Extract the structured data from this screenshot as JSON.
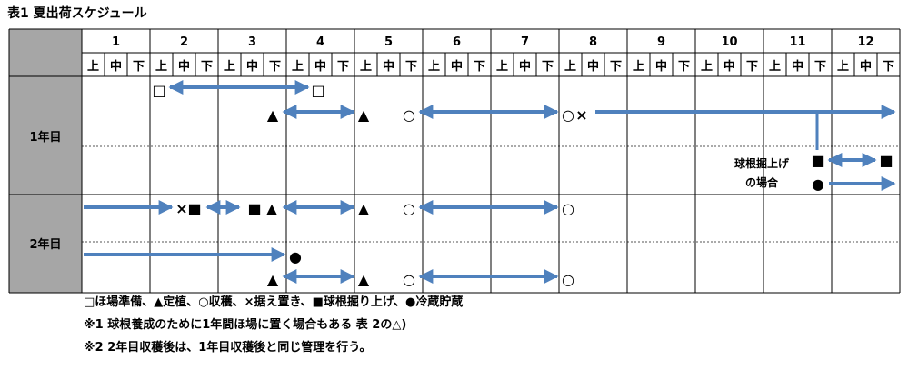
{
  "title": "表1 夏出荷スケジュール",
  "months": [
    "1",
    "2",
    "3",
    "4",
    "5",
    "6",
    "7",
    "8",
    "9",
    "10",
    "11",
    "12"
  ],
  "periods": [
    "上",
    "中",
    "下"
  ],
  "rows": [
    {
      "label": "1年目"
    },
    {
      "label": "2年目"
    }
  ],
  "marker_labels": {
    "square": "□",
    "triangle": "▲",
    "circle": "○",
    "cross": "×",
    "black_square": "■",
    "black_circle": "●"
  },
  "annotation": {
    "line1": "球根掘上げ",
    "line2": "の場合"
  },
  "notes": [
    "□ほ場準備、▲定植、○収穫、×据え置き、■球根掘り上げ、●冷蔵貯蔵",
    "※1 球根養成のために1年間ほ場に置く場合もある 表 2の△)",
    "※2 2年目収穫後は、1年目収穫後と同じ管理を行う。"
  ],
  "colors": {
    "arrow": "#4f81bd",
    "header_bg": "#a6a6a6",
    "grid": "#000000"
  }
}
